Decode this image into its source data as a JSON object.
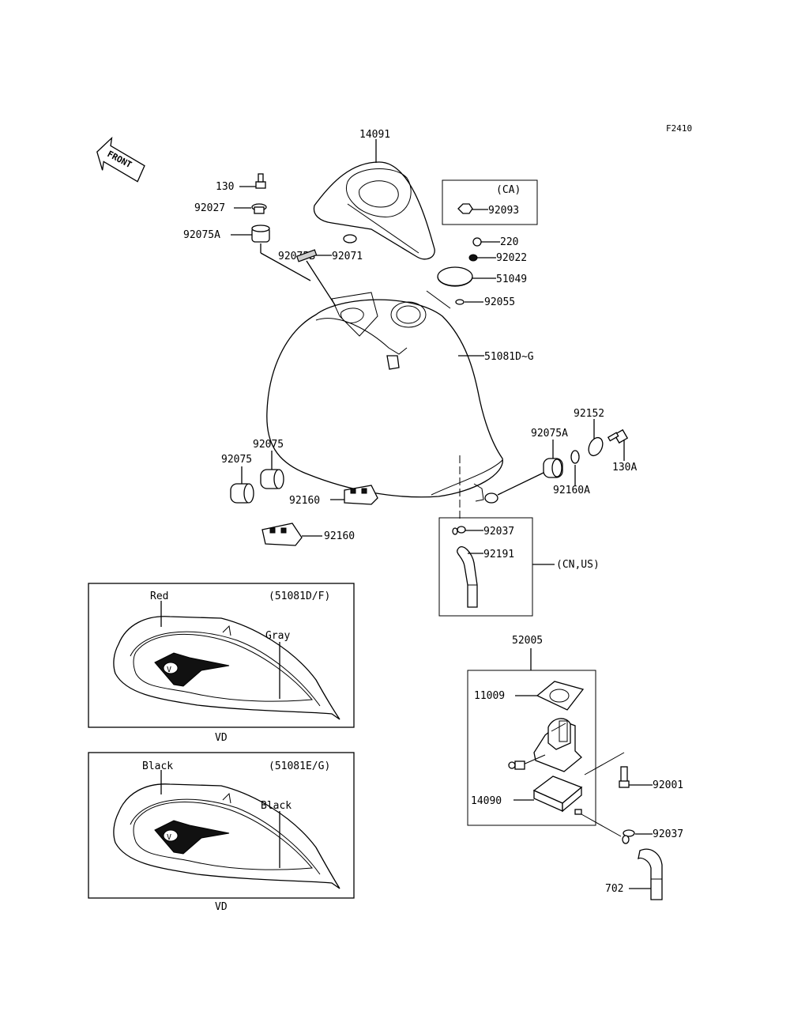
{
  "figure_id": "F2410",
  "front_label": "FRONT",
  "parts": {
    "p14091": "14091",
    "p130": "130",
    "p92027": "92027",
    "p92075A_top": "92075A",
    "p92075B": "92075B",
    "p92071": "92071",
    "ca_label": "(CA)",
    "p92093": "92093",
    "p220": "220",
    "p92022": "92022",
    "p51049": "51049",
    "p92055": "92055",
    "p51081": "51081D~G",
    "p92152": "92152",
    "p92075A_right": "92075A",
    "p130A": "130A",
    "p92160A": "92160A",
    "p92075_a": "92075",
    "p92075_b": "92075",
    "p92160_a": "92160",
    "p92160_b": "92160",
    "p92037_top": "92037",
    "p92191": "92191",
    "cn_us_label": "(CN,US)",
    "p52005": "52005",
    "p11009": "11009",
    "p92001": "92001",
    "p14090": "14090",
    "p92037_bottom": "92037",
    "p702": "702"
  },
  "inset_top": {
    "color_a": "Red",
    "color_b": "Gray",
    "code": "(51081D/F)",
    "model": "VD"
  },
  "inset_bottom": {
    "color_a": "Black",
    "color_b": "Black",
    "code": "(51081E/G)",
    "model": "VD"
  }
}
